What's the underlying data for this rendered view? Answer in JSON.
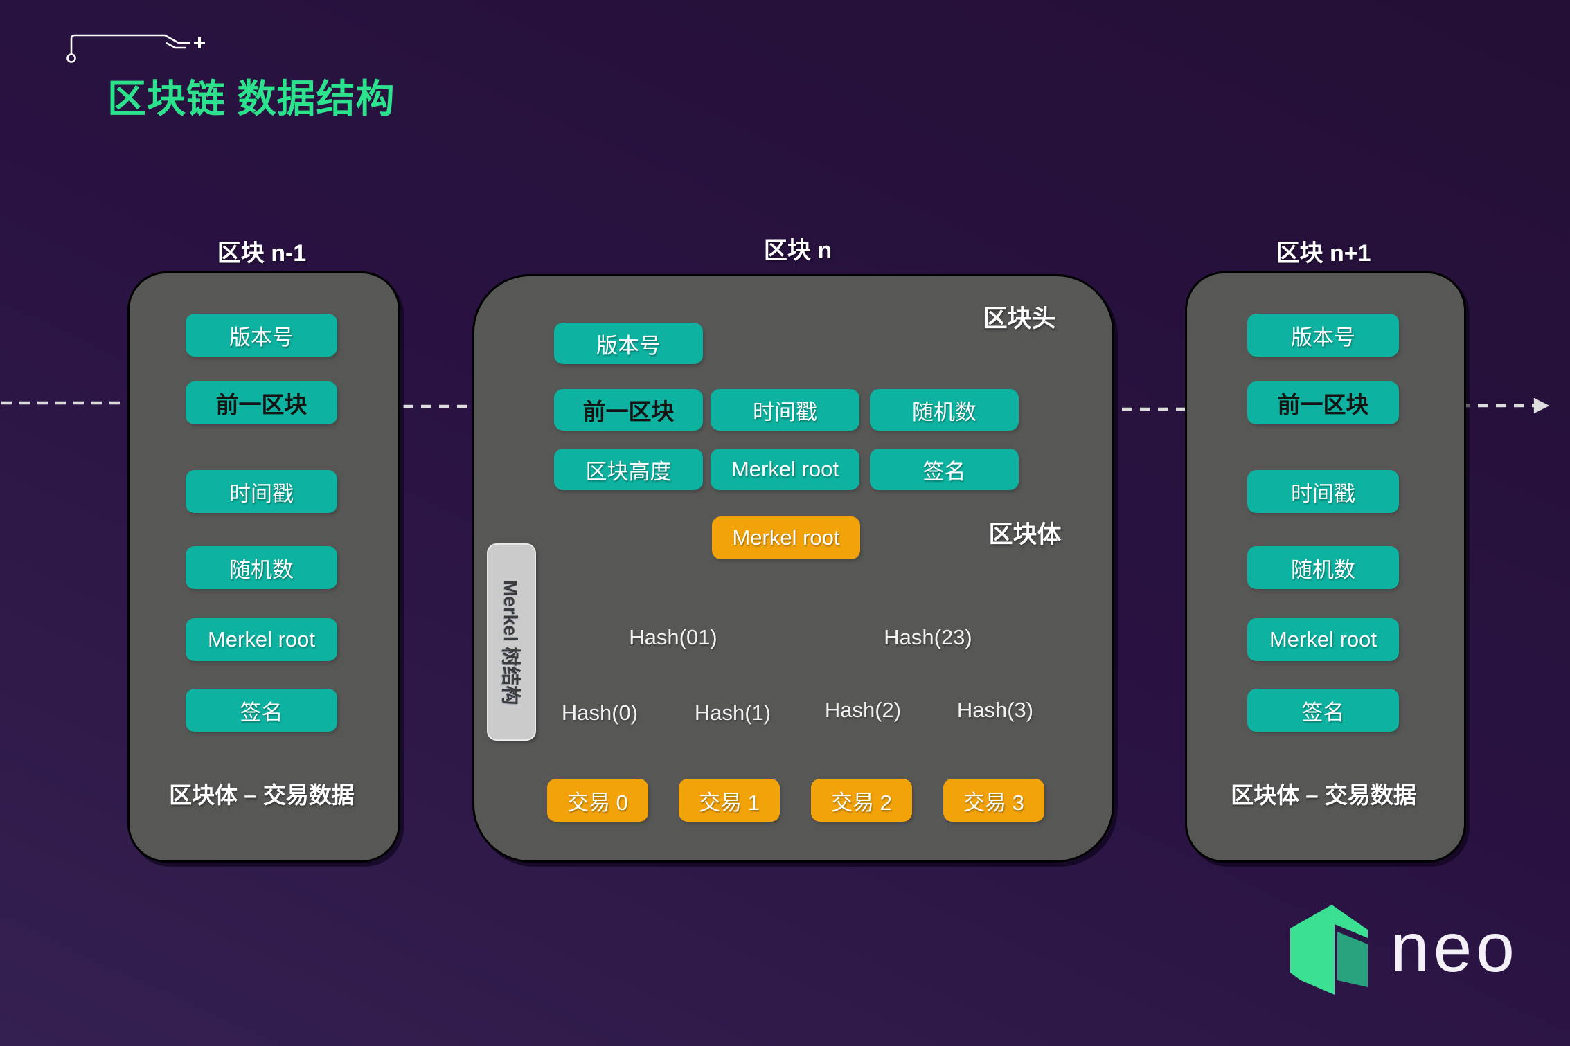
{
  "title": "区块链 数据结构",
  "colors": {
    "accent_green": "#2de28c",
    "teal": "#0db2a0",
    "orange": "#f2a30a",
    "block_gray": "#575756",
    "background_purple": "#291241",
    "tab_gray": "#cbcbcb"
  },
  "blocks": {
    "left": {
      "title": "区块 n-1",
      "fields": [
        "版本号",
        "前一区块",
        "时间戳",
        "随机数",
        "Merkel root",
        "签名"
      ],
      "footer": "区块体 – 交易数据"
    },
    "middle": {
      "title": "区块 n",
      "header_label": "区块头",
      "body_label": "区块体",
      "header_fields": {
        "r1c1": "版本号",
        "r2c1": "前一区块",
        "r2c2": "时间戳",
        "r2c3": "随机数",
        "r3c1": "区块高度",
        "r3c2": "Merkel root",
        "r3c3": "签名"
      },
      "tree": {
        "side_tab": "Merkel 树结构",
        "root": "Merkel root",
        "level1": [
          "Hash(01)",
          "Hash(23)"
        ],
        "level2": [
          "Hash(0)",
          "Hash(1)",
          "Hash(2)",
          "Hash(3)"
        ],
        "transactions": [
          "交易 0",
          "交易 1",
          "交易 2",
          "交易 3"
        ]
      }
    },
    "right": {
      "title": "区块 n+1",
      "fields": [
        "版本号",
        "前一区块",
        "时间戳",
        "随机数",
        "Merkel root",
        "签名"
      ],
      "footer": "区块体 – 交易数据"
    }
  },
  "logo": {
    "text": "neo"
  }
}
